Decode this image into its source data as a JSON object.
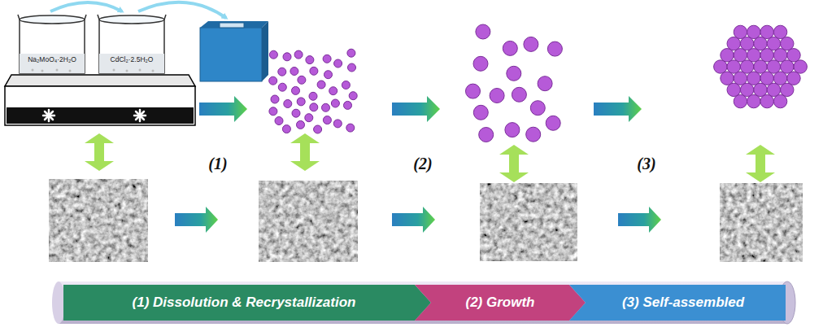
{
  "diagram": {
    "nodes": [
      {
        "text": [
          "(1) Dissolution & Recrystallization"
        ]
      },
      {
        "text": [
          "(2) Growth"
        ]
      },
      {
        "text": [
          "(3) Self-assembled"
        ]
      }
    ],
    "labels": [
      "Na₂MoO₄·2H₂O",
      "CdCl₂·2.5H₂O",
      "(1)",
      "(2)",
      "(3)"
    ]
  }
}
